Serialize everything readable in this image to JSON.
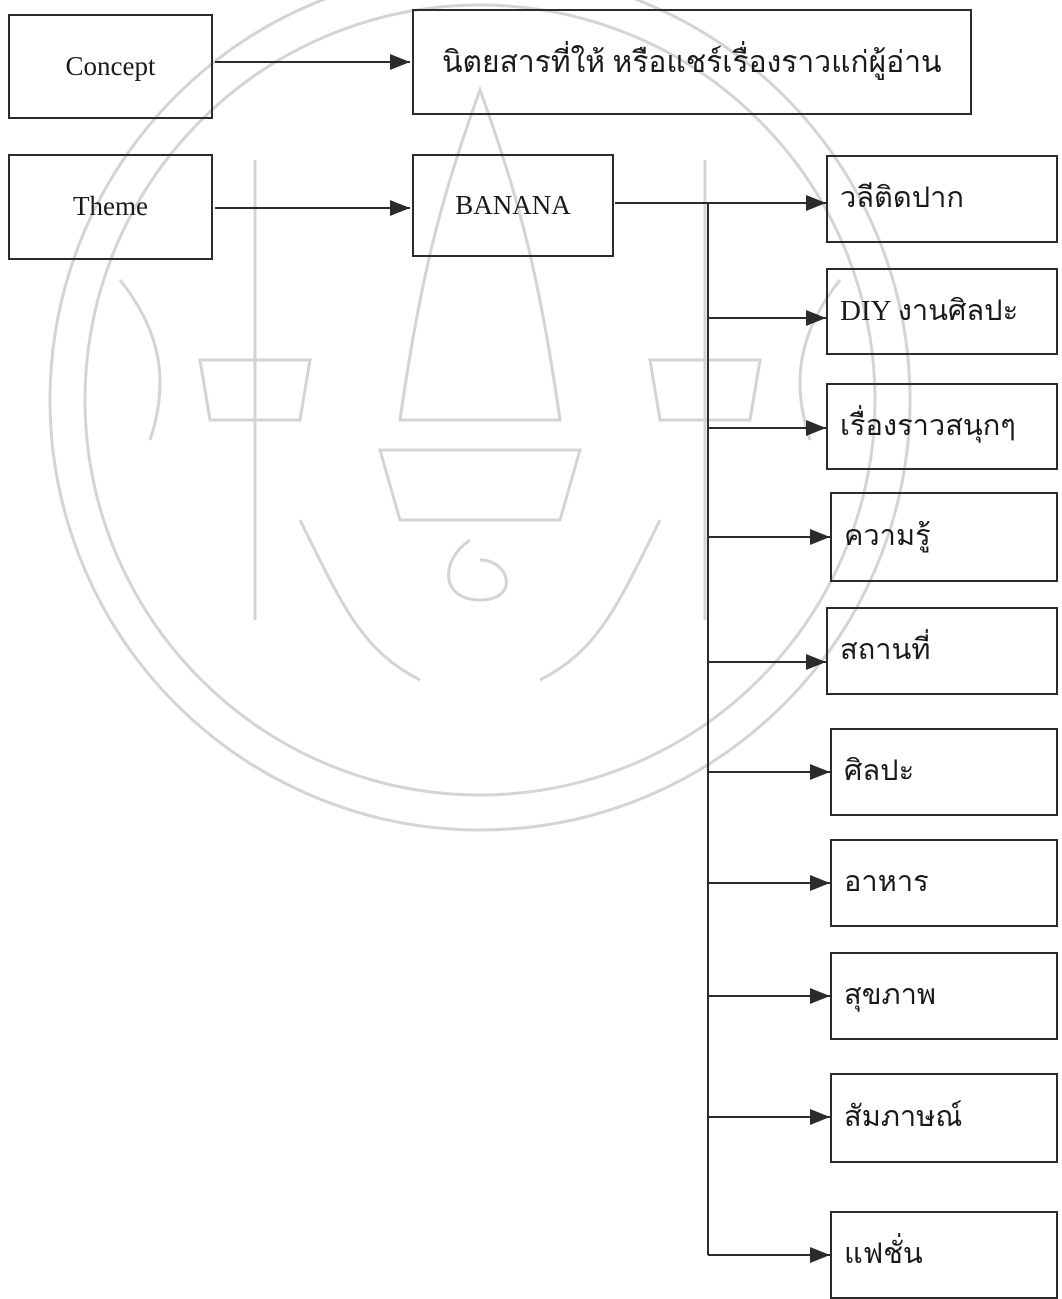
{
  "diagram": {
    "concept": {
      "label": "Concept",
      "value": "นิตยสารที่ให้ หรือแชร์เรื่องราวแก่ผู้อ่าน"
    },
    "theme": {
      "label": "Theme",
      "value": "BANANA"
    },
    "categories": [
      "วลีติดปาก",
      "DIY งานศิลปะ",
      "เรื่องราวสนุกๆ",
      "ความรู้",
      "สถานที่",
      "ศิลปะ",
      "อาหาร",
      "สุขภาพ",
      "สัมภาษณ์",
      "แฟชั่น"
    ]
  },
  "style": {
    "line_color": "#2b2b2b",
    "watermark_color": "#d6d6d6"
  }
}
